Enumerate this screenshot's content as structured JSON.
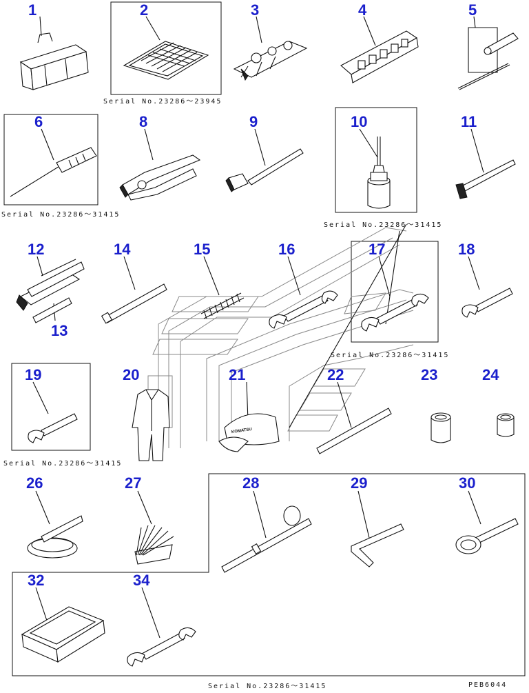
{
  "parts": [
    {
      "id": "part-1",
      "label": "1",
      "name": "tool-bag"
    },
    {
      "id": "part-2",
      "label": "2",
      "name": "manual"
    },
    {
      "id": "part-3",
      "label": "3",
      "name": "wrench-set"
    },
    {
      "id": "part-4",
      "label": "4",
      "name": "socket-set"
    },
    {
      "id": "part-5",
      "label": "5",
      "name": "screwdriver-set"
    },
    {
      "id": "part-6",
      "label": "6",
      "name": "screwdriver"
    },
    {
      "id": "part-8",
      "label": "8",
      "name": "pliers"
    },
    {
      "id": "part-9",
      "label": "9",
      "name": "hammer"
    },
    {
      "id": "part-10",
      "label": "10",
      "name": "oil-can"
    },
    {
      "id": "part-11",
      "label": "11",
      "name": "bar"
    },
    {
      "id": "part-12",
      "label": "12",
      "name": "grease-gun"
    },
    {
      "id": "part-13",
      "label": "13",
      "name": "nozzle"
    },
    {
      "id": "part-14",
      "label": "14",
      "name": "extension"
    },
    {
      "id": "part-15",
      "label": "15",
      "name": "hose"
    },
    {
      "id": "part-16",
      "label": "16",
      "name": "wrench"
    },
    {
      "id": "part-17",
      "label": "17",
      "name": "wrench"
    },
    {
      "id": "part-18",
      "label": "18",
      "name": "wrench"
    },
    {
      "id": "part-19",
      "label": "19",
      "name": "wrench"
    },
    {
      "id": "part-20",
      "label": "20",
      "name": "coverall"
    },
    {
      "id": "part-21",
      "label": "21",
      "name": "cap"
    },
    {
      "id": "part-22",
      "label": "22",
      "name": "bar"
    },
    {
      "id": "part-23",
      "label": "23",
      "name": "socket"
    },
    {
      "id": "part-24",
      "label": "24",
      "name": "socket"
    },
    {
      "id": "part-26",
      "label": "26",
      "name": "filter-wrench"
    },
    {
      "id": "part-27",
      "label": "27",
      "name": "feeler-gauge"
    },
    {
      "id": "part-28",
      "label": "28",
      "name": "gauge"
    },
    {
      "id": "part-29",
      "label": "29",
      "name": "hex-wrench"
    },
    {
      "id": "part-30",
      "label": "30",
      "name": "ring-wrench"
    },
    {
      "id": "part-32",
      "label": "32",
      "name": "case"
    },
    {
      "id": "part-34",
      "label": "34",
      "name": "wrench"
    }
  ],
  "serials": {
    "s2": "Serial No.23286～23945",
    "s6": "Serial No.23286～31415",
    "s10": "Serial No.23286～31415",
    "s17": "Serial No.23286～31415",
    "s19": "Serial No.23286～31415",
    "s_bottom": "Serial No.23286～31415"
  },
  "drawing_code": "PEB6044",
  "brand_on_cap": "KOMATSU"
}
